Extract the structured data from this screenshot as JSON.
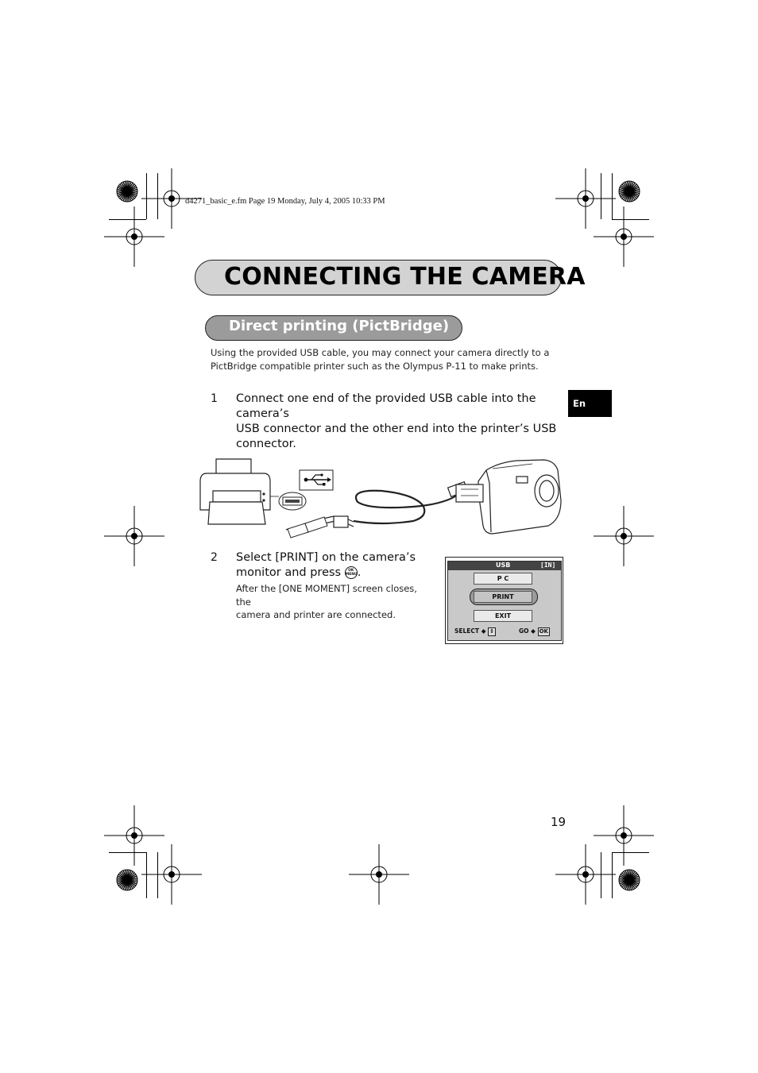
{
  "header": {
    "file_info": "d4271_basic_e.fm  Page 19  Monday, July 4, 2005  10:33 PM"
  },
  "title": "CONNECTING THE CAMERA",
  "section": {
    "title": "Direct printing (PictBridge)",
    "intro_line1": "Using the provided USB cable, you may connect your camera directly to a",
    "intro_line2": "PictBridge compatible printer such as the Olympus P-11 to make prints."
  },
  "lang_tab": "En",
  "steps": [
    {
      "number": "1",
      "line1": "Connect one end of the provided USB cable into the camera’s",
      "line2": "USB connector and the other end into the printer’s USB",
      "line3": "connector."
    },
    {
      "number": "2",
      "line1": "Select [PRINT] on the camera’s",
      "line2": "monitor and press",
      "note_line1": "After the [ONE MOMENT] screen closes, the",
      "note_line2": "camera and printer are connected."
    }
  ],
  "ok_button": {
    "top": "OK",
    "bottom": "MENU"
  },
  "lcd": {
    "title": "USB",
    "memory": "[IN]",
    "options": [
      "P  C",
      "PRINT",
      "EXIT"
    ],
    "selected": "PRINT",
    "footer_select": "SELECT",
    "footer_go": "GO",
    "footer_ok": "OK"
  },
  "page_number": "19",
  "colors": {
    "title_pill": "#d3d3d3",
    "section_pill": "#9b9b9b",
    "lang_tab": "#000000",
    "lcd_background": "#c9c9c9"
  }
}
